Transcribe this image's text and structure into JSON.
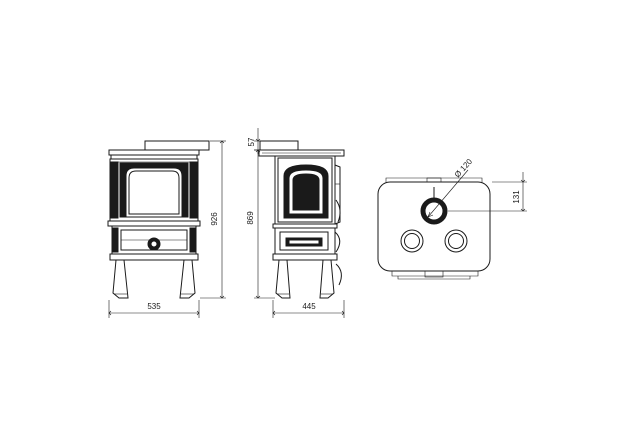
{
  "dimensions": {
    "front_width": "535",
    "front_height": "926",
    "side_depth": "445",
    "side_height": "869",
    "side_top": "57",
    "flue_diameter": "Ø 120",
    "flue_offset": "131"
  }
}
